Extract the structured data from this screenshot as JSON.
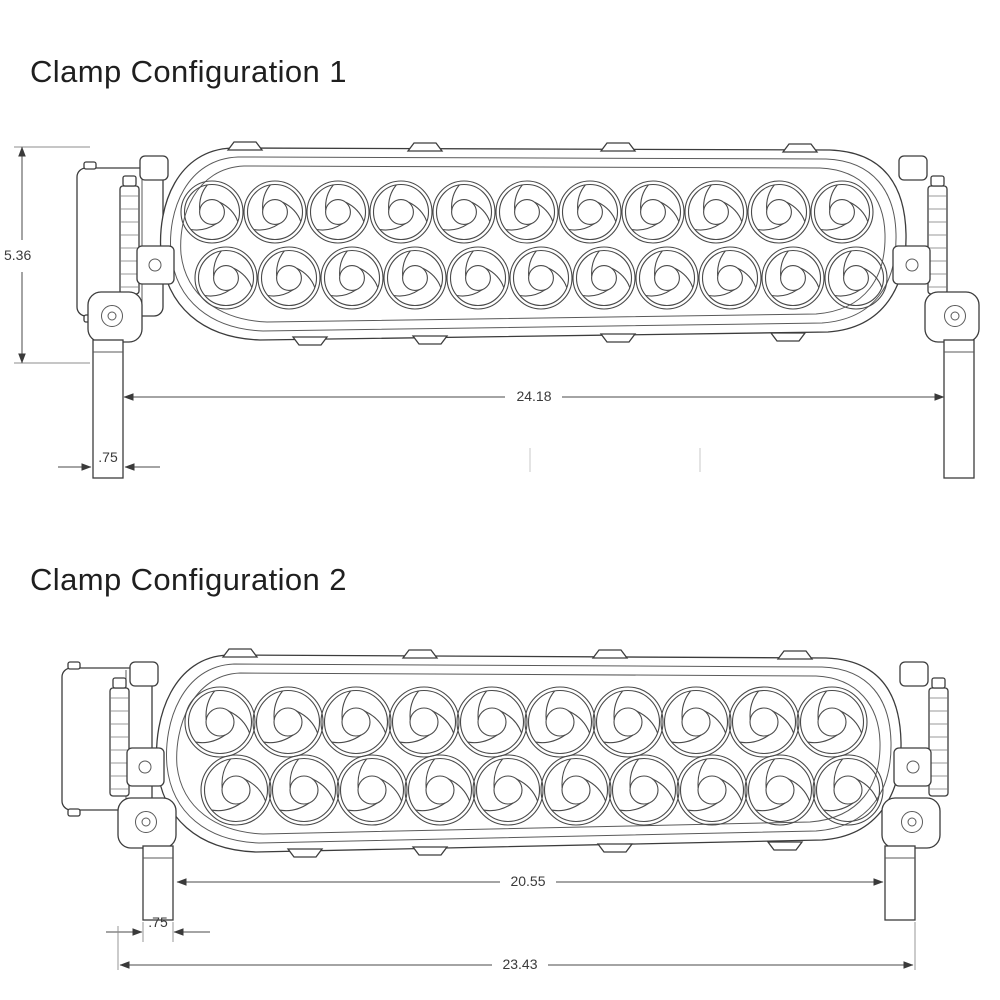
{
  "page": {
    "background": "#ffffff"
  },
  "drawing_style": {
    "line_color": "#3c3c3c",
    "dimension_color": "#4a4a4a"
  },
  "sections": [
    {
      "title": "Clamp Configuration 1",
      "dimensions": {
        "height": "5.36",
        "clamp_span": "24.18",
        "leg_width": ".75"
      },
      "leds": {
        "rows": 2,
        "cols": 11
      }
    },
    {
      "title": "Clamp Configuration 2",
      "dimensions": {
        "inner_span": "20.55",
        "leg_width": ".75",
        "outer_span": "23.43"
      },
      "leds": {
        "rows": 2,
        "cols": 10
      }
    }
  ]
}
